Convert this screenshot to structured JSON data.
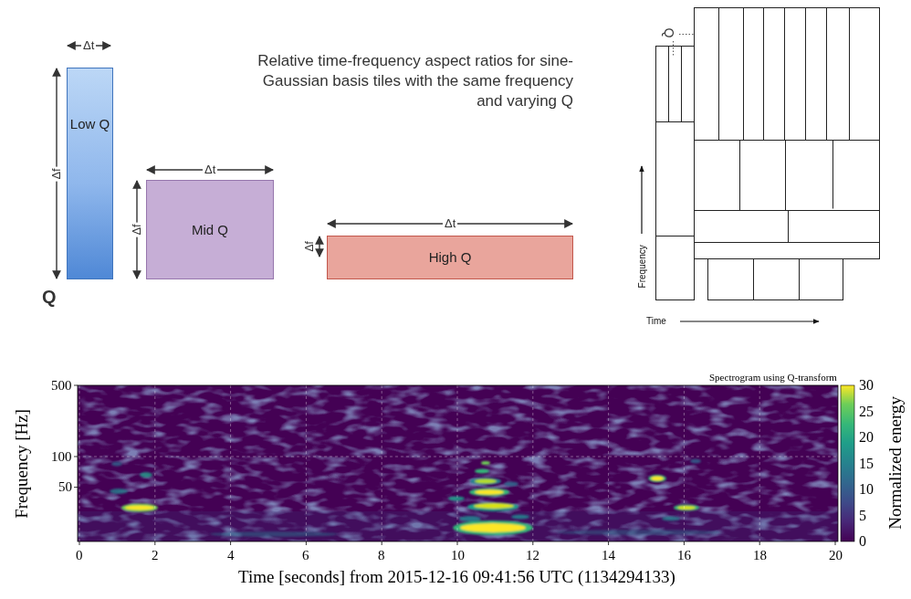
{
  "diagram": {
    "nodes": [
      {
        "text": [
          "Low Q"
        ]
      },
      {
        "text": [
          "Mid Q"
        ]
      },
      {
        "text": [
          "High Q"
        ]
      }
    ],
    "labels": [
      "Δt",
      "Δf",
      "Δt",
      "Δf",
      "Δt",
      "Δf",
      "Relative time-frequency aspect ratios for sine-Gaussian basis tiles with the same frequency and varying Q",
      "Q",
      "Q",
      "Frequency",
      "Time",
      "Spectrogram using Q-transform",
      "500",
      "100",
      "50",
      "Frequency [Hz]",
      "0",
      "2",
      "4",
      "6",
      "8",
      "10",
      "12",
      "14",
      "16",
      "18",
      "20",
      "Time [seconds] from 2015-12-16 09:41:56 UTC (1134294133)",
      "0",
      "5",
      "10",
      "15",
      "20",
      "25",
      "30",
      "Normalized energy"
    ]
  }
}
